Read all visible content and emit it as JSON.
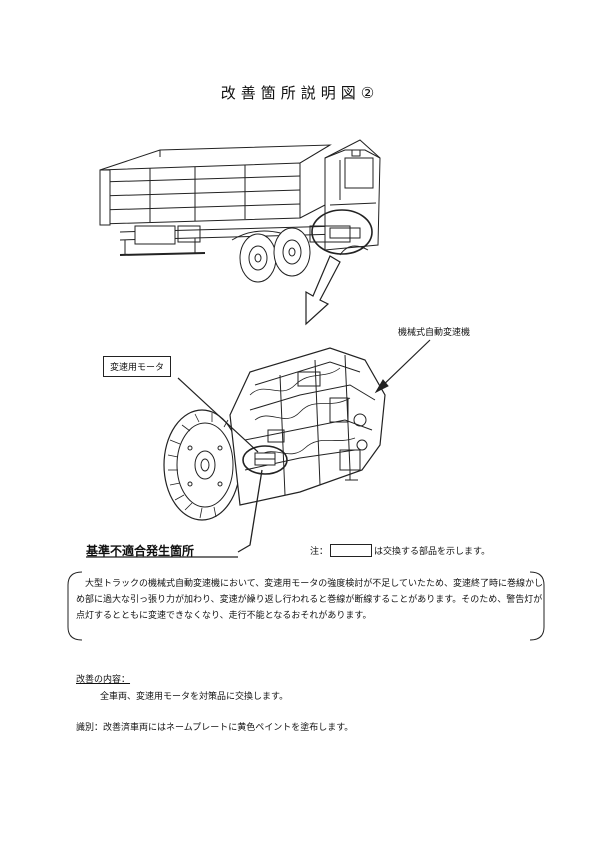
{
  "document": {
    "title": "改善箇所説明図②"
  },
  "labels": {
    "automatic_transmission": "機械式自動変速機",
    "shift_motor": "変速用モータ",
    "nonconformity_location": "基準不適合発生箇所"
  },
  "note": {
    "prefix": "注：",
    "suffix": "は交換する部品を示します。"
  },
  "description": "大型トラックの機械式自動変速機において、変速用モータの強度検討が不足していたため、変速終了時に巻線かしめ部に過大な引っ張り力が加わり、変速が繰り返し行われると巻線が断線することがあります。そのため、警告灯が点灯するとともに変速できなくなり、走行不能となるおそれがあります。",
  "remedy": {
    "heading": "改善の内容：",
    "body": "全車両、変速用モータを対策品に交換します。"
  },
  "identification": "識別：改善済車両にはネームプレートに黄色ペイントを塗布します。"
}
